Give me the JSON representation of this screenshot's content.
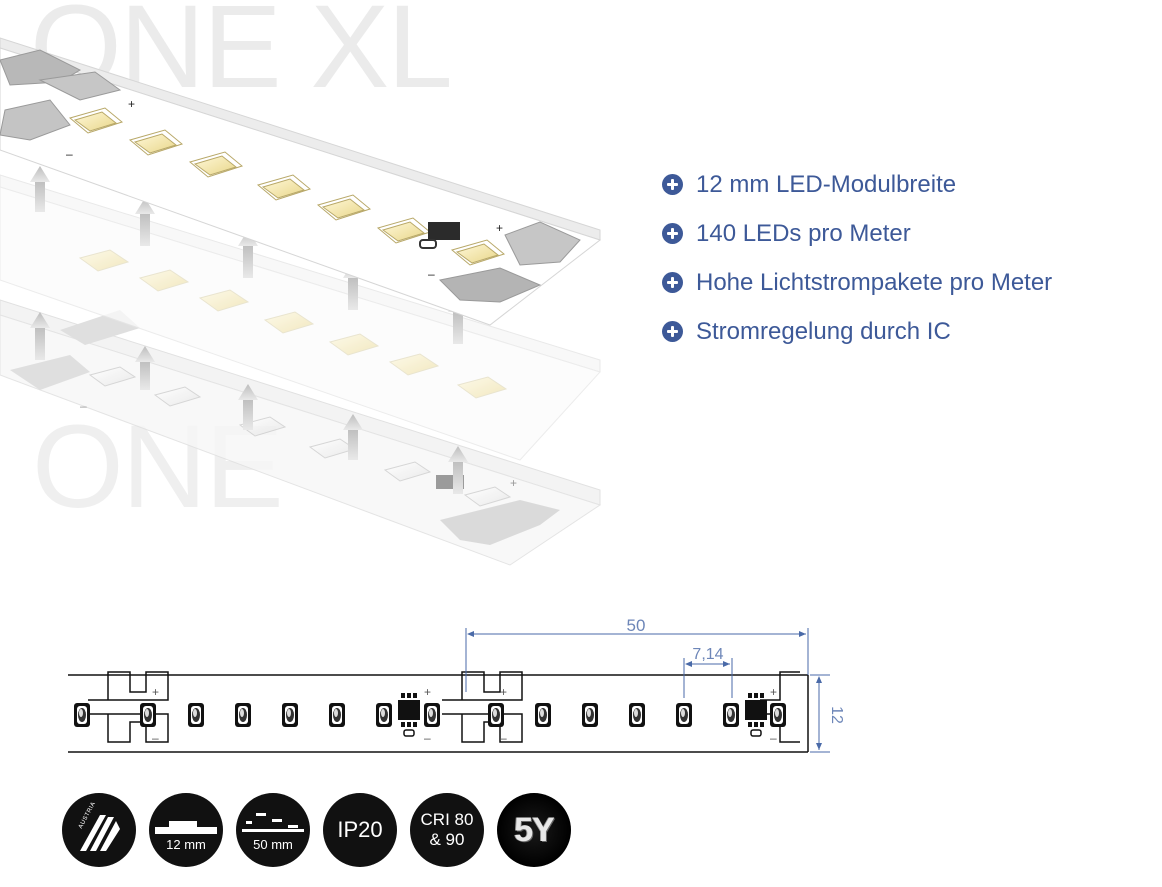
{
  "hero": {
    "watermark_top": "ONE XL",
    "watermark_bottom": "ONE",
    "polarity_plus": "+",
    "polarity_minus": "–"
  },
  "features": [
    {
      "label": "12 mm LED-Modulbreite",
      "icon": "plus-circle-icon"
    },
    {
      "label": "140 LEDs pro Meter",
      "icon": "plus-circle-icon"
    },
    {
      "label": "Hohe Lichtstrompakete pro Meter",
      "icon": "plus-circle-icon"
    },
    {
      "label": "Stromregelung durch IC",
      "icon": "plus-circle-icon"
    }
  ],
  "dimensions": {
    "segment_length": "50",
    "led_pitch": "7,14",
    "strip_width": "12",
    "plus": "+",
    "minus": "–"
  },
  "badges": {
    "brand_text": "AUSTRIA",
    "width_label": "12 mm",
    "cut_label": "50 mm",
    "ip_label": "IP20",
    "cri_line1": "CRI 80",
    "cri_line2": "& 90",
    "warranty_label": "5Y"
  },
  "colors": {
    "accent": "#3d5998",
    "dimension_line": "#4a6aa8",
    "badge_bg": "#111111",
    "led_warm": "#f4e8b0"
  }
}
